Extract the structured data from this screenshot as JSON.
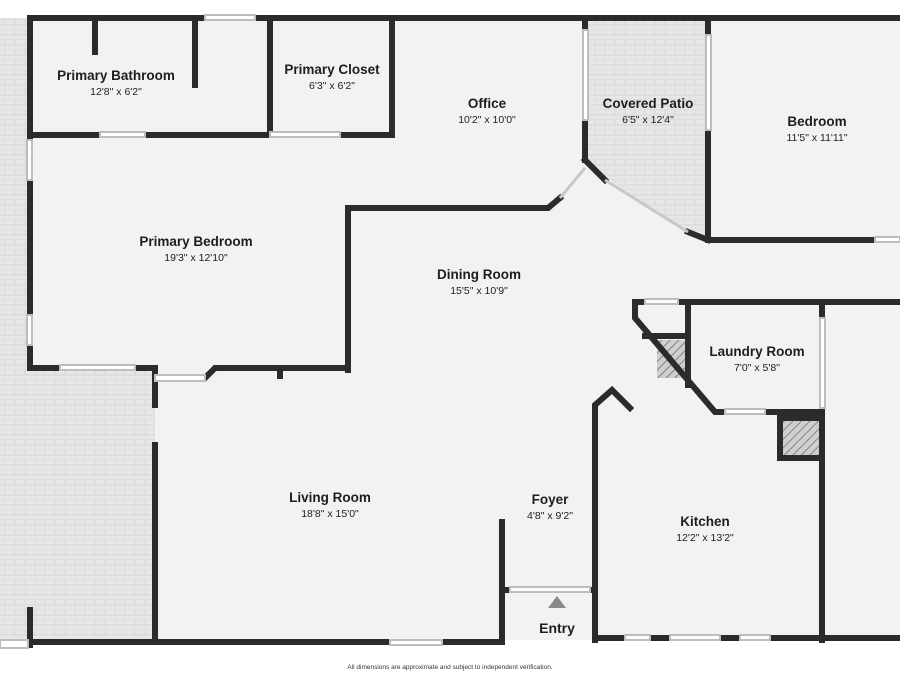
{
  "rooms": [
    {
      "name": "Primary Bathroom",
      "dims": "12'8\" x 6'2\""
    },
    {
      "name": "Primary Closet",
      "dims": "6'3\" x 6'2\""
    },
    {
      "name": "Office",
      "dims": "10'2\" x 10'0\""
    },
    {
      "name": "Covered Patio",
      "dims": "6'5\" x 12'4\""
    },
    {
      "name": "Bedroom",
      "dims": "11'5\" x 11'11\""
    },
    {
      "name": "Primary Bedroom",
      "dims": "19'3\" x 12'10\""
    },
    {
      "name": "Dining Room",
      "dims": "15'5\" x 10'9\""
    },
    {
      "name": "Laundry Room",
      "dims": "7'0\" x 5'8\""
    },
    {
      "name": "Living Room",
      "dims": "18'8\" x 15'0\""
    },
    {
      "name": "Foyer",
      "dims": "4'8\" x 9'2\""
    },
    {
      "name": "Kitchen",
      "dims": "12'2\" x 13'2\""
    }
  ],
  "entry_label": "Entry",
  "footer_note": "All dimensions are approximate and subject to independent verification.",
  "colors": {
    "wall": "#2b2b2b",
    "floor": "#f2f2f2",
    "patio": "#e4e4e4",
    "window": "#cfcfcf"
  }
}
